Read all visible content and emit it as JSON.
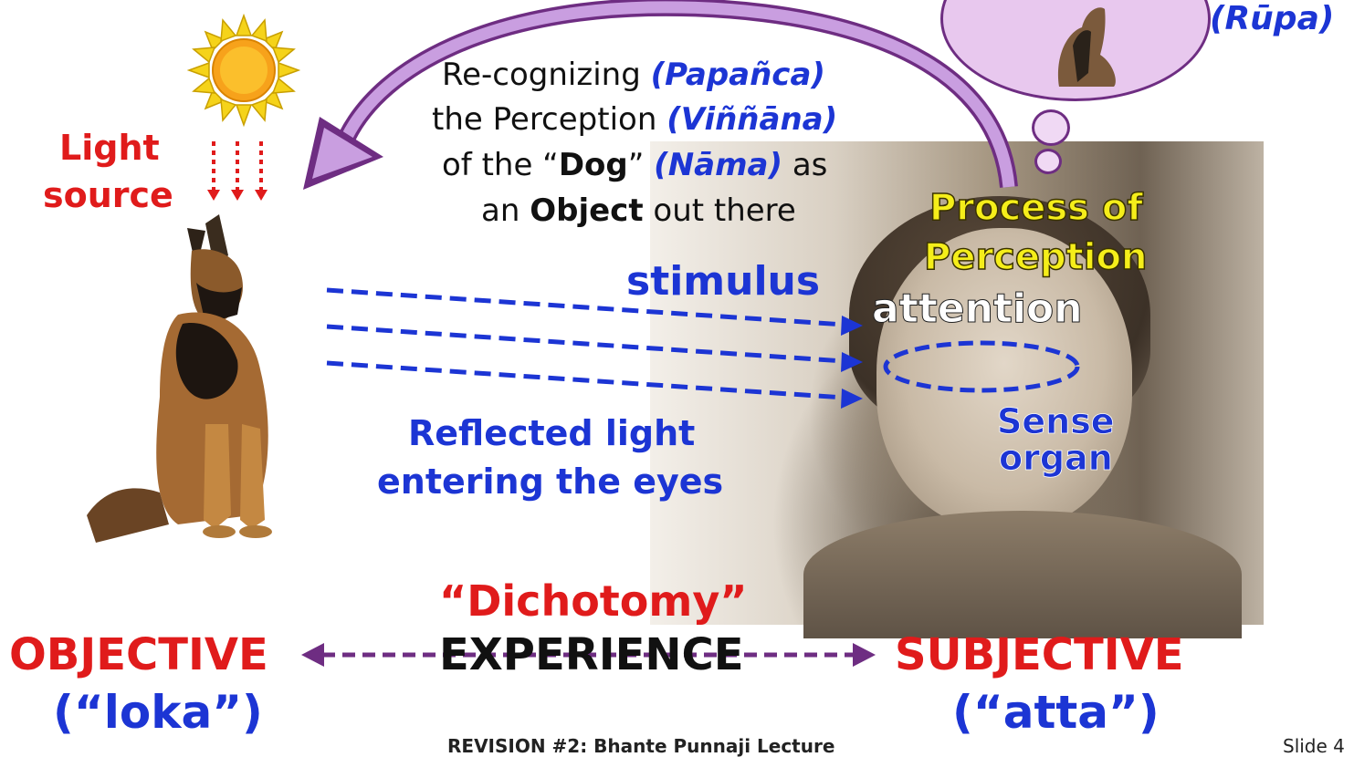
{
  "top_right_label": "(Rūpa)",
  "light_source": [
    "Light",
    "source"
  ],
  "caption": {
    "l1a": "Re-cognizing ",
    "l1b": "(Papañca)",
    "l2a": "the Perception ",
    "l2b": "(Viññāna)",
    "l3a": "of the “",
    "l3b": "Dog",
    "l3c": "” ",
    "l3d": "(Nāma)",
    "l3e": " as",
    "l4a": "an ",
    "l4b": "Object",
    "l4c": " out there"
  },
  "process_label": [
    "Process of",
    "Perception"
  ],
  "stimulus": "stimulus",
  "attention": "attention",
  "reflected": [
    "Reflected light",
    "entering the eyes"
  ],
  "sense_organ": [
    "Sense",
    "organ"
  ],
  "dichotomy": "“Dichotomy”",
  "objective": "OBJECTIVE",
  "loka": "(“loka”)",
  "experience": "EXPERIENCE",
  "subjective": "SUBJECTIVE",
  "atta": "(“atta”)",
  "footer": "REVISION #2: Bhante Punnaji Lecture",
  "slide_label": "Slide 4",
  "colors": {
    "red": "#e01b1b",
    "blue": "#1c35d4",
    "purple": "#6e2d82",
    "yellow": "#f5ee1a"
  }
}
